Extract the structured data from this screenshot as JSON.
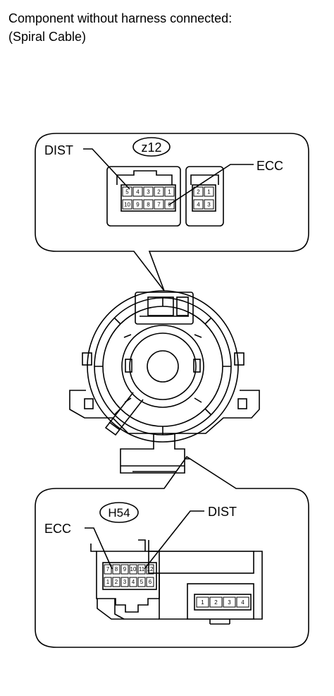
{
  "header": {
    "line1": "Component without harness connected:",
    "line2": "(Spiral Cable)"
  },
  "top_callout": {
    "connector_id": "z12",
    "label_left": "DIST",
    "label_right": "ECC",
    "dist_pins_row1": [
      "5",
      "4",
      "3",
      "2",
      "1"
    ],
    "dist_pins_row2": [
      "10",
      "9",
      "8",
      "7",
      "6"
    ],
    "ecc_pins_row1": [
      "2",
      "1"
    ],
    "ecc_pins_row2": [
      "4",
      "3"
    ]
  },
  "bottom_callout": {
    "connector_id": "H54",
    "label_left": "ECC",
    "label_right": "DIST",
    "pins_row1": [
      "7",
      "8",
      "9",
      "10",
      "11",
      "12"
    ],
    "pins_row2": [
      "1",
      "2",
      "3",
      "4",
      "5",
      "6"
    ],
    "side_pins": [
      "1",
      "2",
      "3",
      "4"
    ]
  }
}
